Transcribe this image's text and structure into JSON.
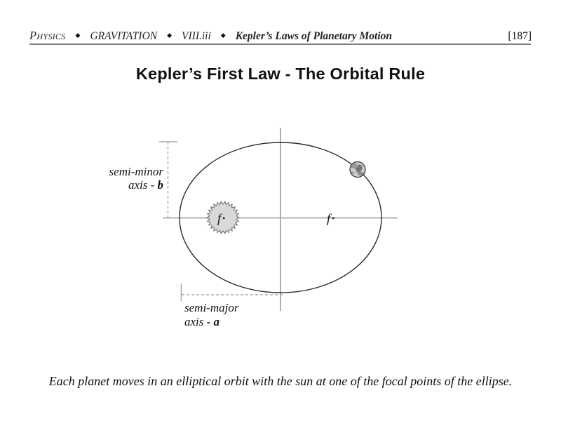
{
  "header": {
    "course": "Physics",
    "separator": "◆",
    "section": "GRAVITATION",
    "chapter": "VIII.iii",
    "topic": "Kepler’s Laws of Planetary Motion",
    "page_number": "[187]"
  },
  "title": "Kepler’s First Law - The Orbital Rule",
  "diagram": {
    "semi_minor_label": {
      "line1": "semi-minor",
      "line2_prefix": "axis - ",
      "variable": "b"
    },
    "semi_major_label": {
      "line1": "semi-major",
      "line2_prefix": "axis - ",
      "variable": "a"
    },
    "sun_focus": {
      "label": "f",
      "dot": "•"
    },
    "empty_focus": {
      "label": "f",
      "dot": "•"
    },
    "icons": {
      "sun": "sun-icon",
      "planet": "planet-icon",
      "separator": "diamond-icon"
    }
  },
  "caption": "Each planet moves in an elliptical orbit with the sun at one of the focal points of the ellipse.",
  "colors": {
    "axis_gray": "#a6a6a6",
    "dash_gray": "#999999",
    "ellipse_stroke": "#2b2b2b",
    "sun_fill": "#d9d9d9",
    "sun_stroke": "#6a6a6a",
    "header_rule": "#7d7d7d"
  }
}
